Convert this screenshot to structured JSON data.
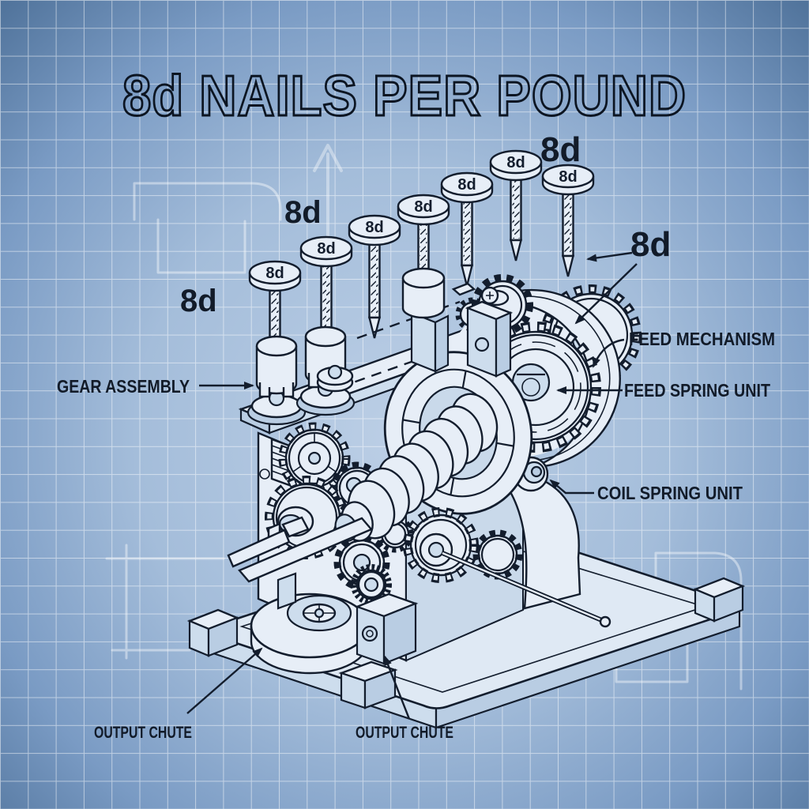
{
  "title": "8d NAILS PER POUND",
  "nails": {
    "head_label": "8d",
    "count": 7
  },
  "callouts": {
    "gear_assembly": "GEAR ASSEMBLY",
    "feed_mechanism": "FEED MECHANISM",
    "feed_spring_unit": "FEED SPRING UNIT",
    "coil_spring_unit": "COIL SPRING UNIT",
    "output_chute_left": "OUTPUT CHUTE",
    "output_chute_right": "OUTPUT CHUTE",
    "size_labels": [
      "8d",
      "8d",
      "8d",
      "8d"
    ]
  },
  "colors": {
    "ink": "#131d2d",
    "paper_fill": "#e7eef7",
    "grid_line": "#ffffff",
    "bg_center": "#bccfe6",
    "bg_edge": "#517499"
  }
}
